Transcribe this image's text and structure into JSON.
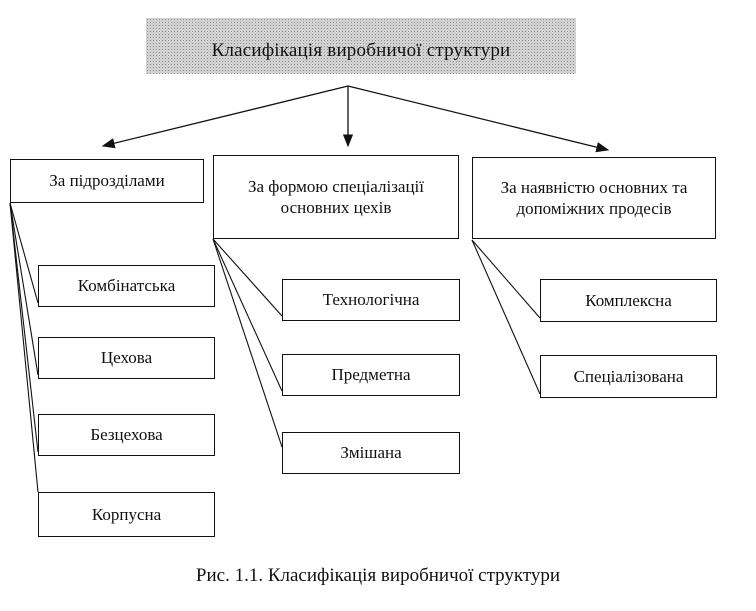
{
  "title": "Класифікація виробничої структури",
  "categories": [
    {
      "label": "За підрозділами",
      "items": [
        "Комбінатська",
        "Цехова",
        "Безцехова",
        "Корпусна"
      ]
    },
    {
      "label": "За формою спеціалізації основних цехів",
      "items": [
        "Технологічна",
        "Предметна",
        "Змішана"
      ]
    },
    {
      "label": "За наявністю основних та допоміжних продесів",
      "items": [
        "Комплексна",
        "Спеціалізована"
      ]
    }
  ],
  "caption": "Рис. 1.1. Класифікація виробничої структури"
}
